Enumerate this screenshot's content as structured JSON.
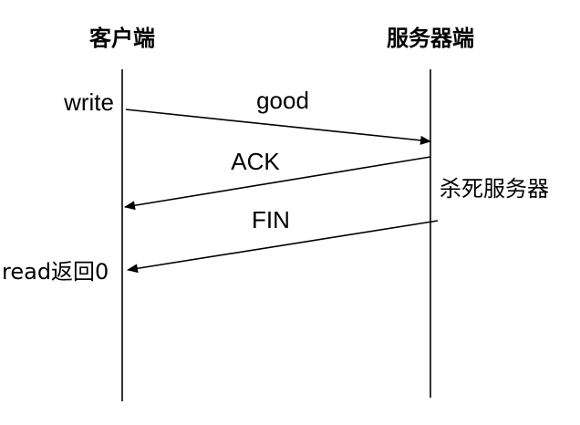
{
  "lifelines": {
    "client": {
      "title": "客户端"
    },
    "server": {
      "title": "服务器端"
    }
  },
  "messages": [
    {
      "label": "good",
      "direction": "client-to-server"
    },
    {
      "label": "ACK",
      "direction": "server-to-client"
    },
    {
      "label": "FIN",
      "direction": "server-to-client"
    }
  ],
  "notes": {
    "client_write": "write",
    "server_killed": "杀死服务器",
    "client_read": "read返回0"
  },
  "colors": {
    "line": "#000000",
    "text": "#000000",
    "background": "#ffffff"
  }
}
